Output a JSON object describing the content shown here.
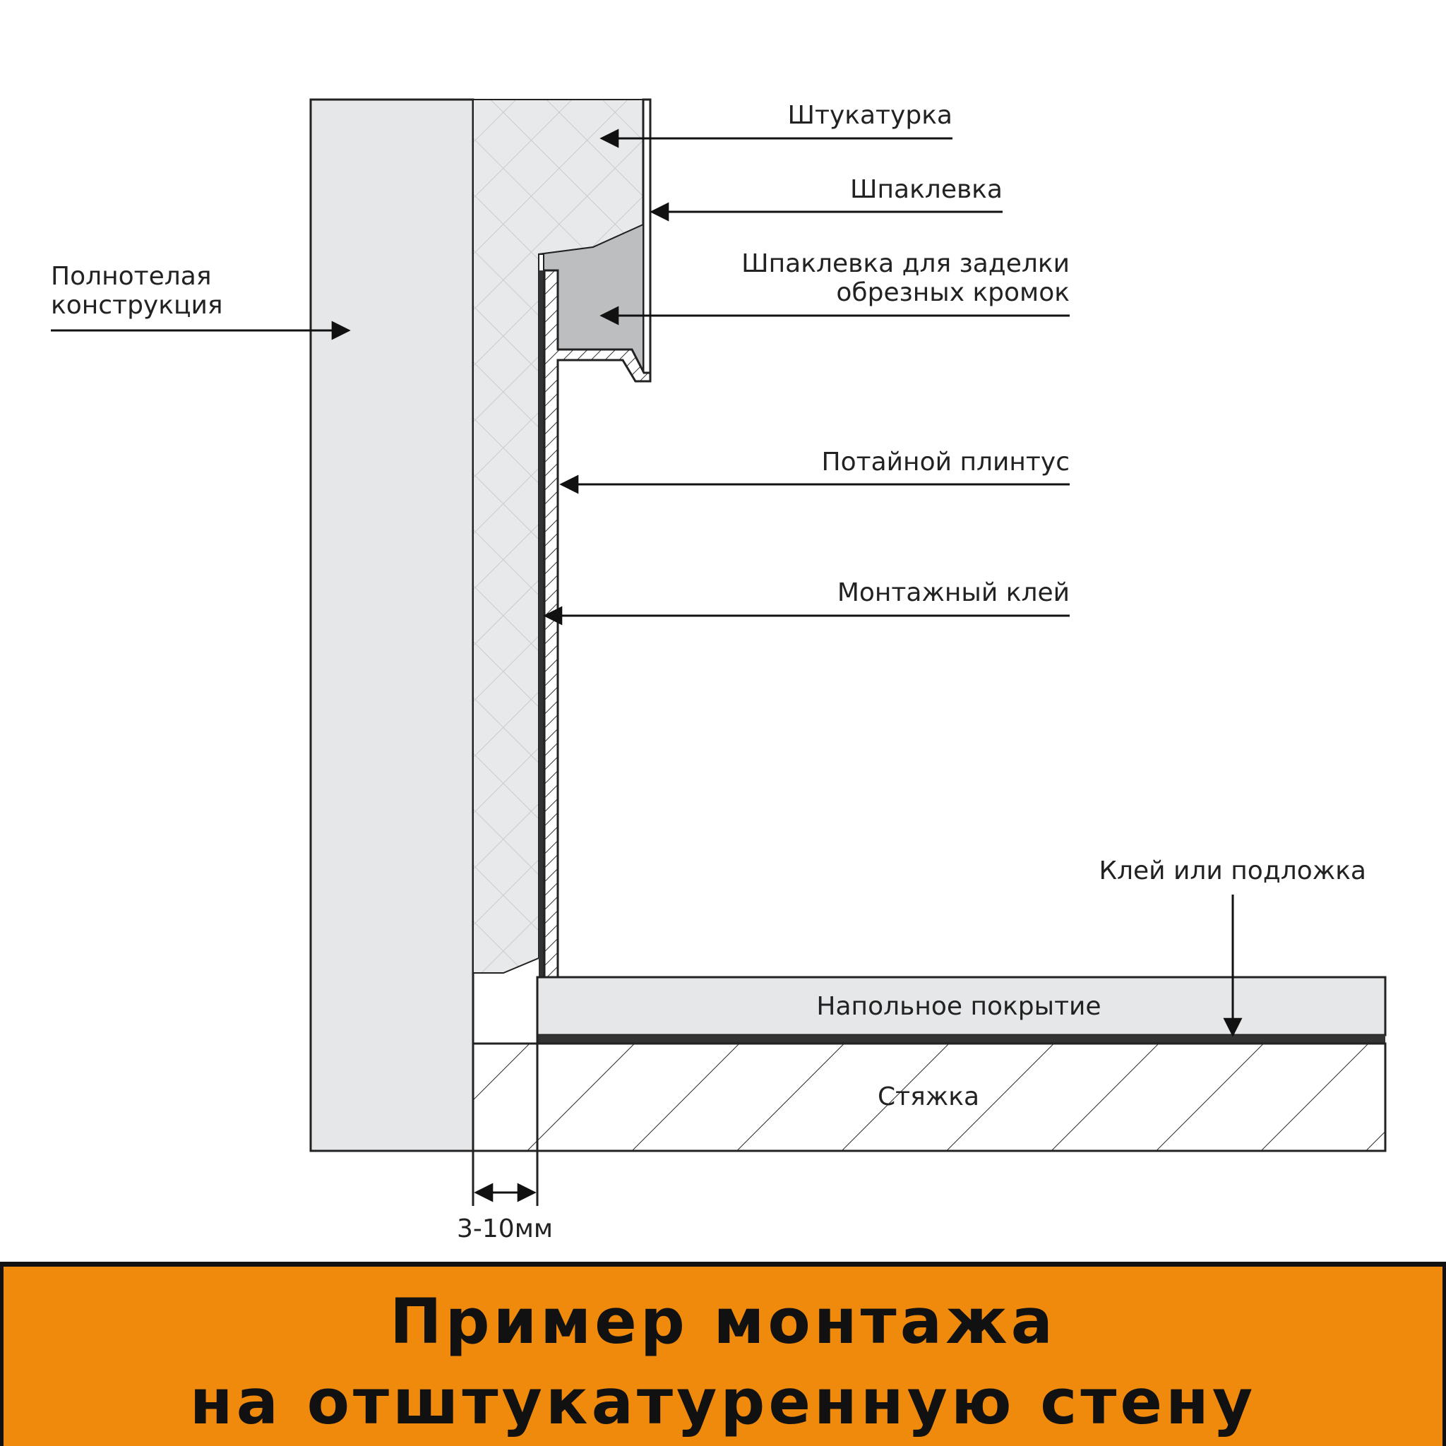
{
  "labels": {
    "plaster": "Штукатурка",
    "putty": "Шпаклевка",
    "edge_putty_line1": "Шпаклевка для заделки",
    "edge_putty_line2": "обрезных кромок",
    "solid_structure_line1": "Полнотелая",
    "solid_structure_line2": "конструкция",
    "hidden_baseboard": "Потайной плинтус",
    "mounting_glue": "Монтажный клей",
    "glue_or_underlay": "Клей или подложка",
    "floor_covering": "Напольное покрытие",
    "screed": "Стяжка",
    "gap_dimension": "3-10мм"
  },
  "banner": {
    "line1": "Пример монтажа",
    "line2": "на отштукатуренную стену",
    "color": "#f08a0c"
  }
}
